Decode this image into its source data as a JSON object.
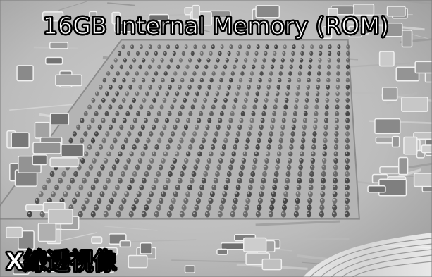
{
  "caption_top": "16GB Internal Memory (ROM)",
  "caption_bottom": "X線透視像",
  "image_subject": "x-ray-chip-bga",
  "colors": {
    "text_fill": "#ffffff",
    "text_outline": "#000000",
    "substrate_light": "#e4e4e4",
    "ball_dark": "#4a4a4a"
  }
}
